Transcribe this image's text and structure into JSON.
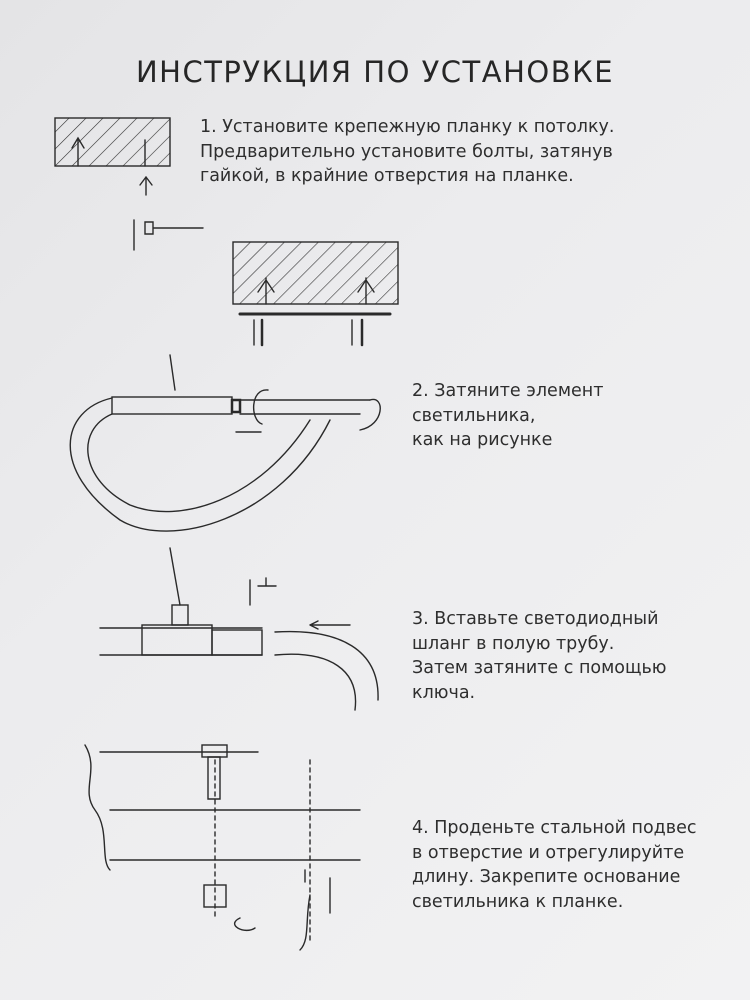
{
  "title": "ИНСТРУКЦИЯ ПО УСТАНОВКЕ",
  "steps": [
    {
      "lines": [
        "1. Установите крепежную планку к потолку.",
        "Предварительно установите болты, затянув",
        "гайкой, в крайние отверстия на планке."
      ]
    },
    {
      "lines": [
        "2. Затяните элемент",
        "светильника,",
        "как на рисунке"
      ]
    },
    {
      "lines": [
        "3. Вставьте светодиодный",
        "шланг в полую трубу.",
        "Затем затяните с помощью",
        "ключа."
      ]
    },
    {
      "lines": [
        "4. Проденьте стальной подвес",
        "в отверстие и отрегулируйте",
        "длину. Закрепите основание",
        "светильника к планке."
      ]
    }
  ]
}
